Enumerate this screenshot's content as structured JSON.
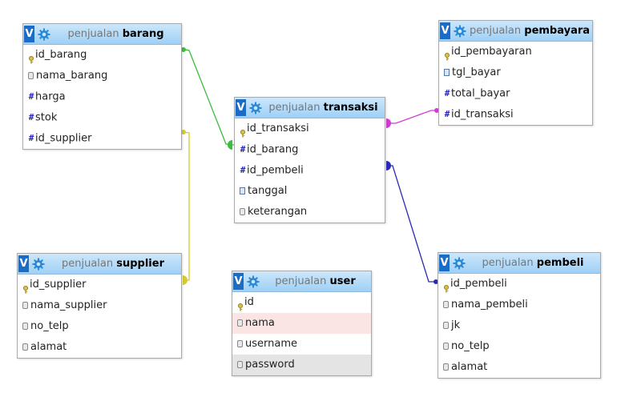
{
  "tables": {
    "barang": {
      "db": "penjualan",
      "name": "barang",
      "v_label": "V",
      "columns": [
        {
          "name": "id_barang",
          "icon": "key-icon"
        },
        {
          "name": "nama_barang",
          "icon": "text-field-icon"
        },
        {
          "name": "harga",
          "icon": "hash-icon"
        },
        {
          "name": "stok",
          "icon": "hash-icon"
        },
        {
          "name": "id_supplier",
          "icon": "hash-icon"
        }
      ]
    },
    "supplier": {
      "db": "penjualan",
      "name": "supplier",
      "v_label": "V",
      "columns": [
        {
          "name": "id_supplier",
          "icon": "key-icon"
        },
        {
          "name": "nama_supplier",
          "icon": "text-field-icon"
        },
        {
          "name": "no_telp",
          "icon": "text-field-icon"
        },
        {
          "name": "alamat",
          "icon": "text-field-icon"
        }
      ]
    },
    "transaksi": {
      "db": "penjualan",
      "name": "transaksi",
      "v_label": "V",
      "columns": [
        {
          "name": "id_transaksi",
          "icon": "key-icon"
        },
        {
          "name": "id_barang",
          "icon": "hash-icon"
        },
        {
          "name": "id_pembeli",
          "icon": "hash-icon"
        },
        {
          "name": "tanggal",
          "icon": "date-icon"
        },
        {
          "name": "keterangan",
          "icon": "text-field-icon"
        }
      ]
    },
    "user": {
      "db": "penjualan",
      "name": "user",
      "v_label": "V",
      "columns": [
        {
          "name": "id",
          "icon": "key-icon"
        },
        {
          "name": "nama",
          "icon": "text-field-icon"
        },
        {
          "name": "username",
          "icon": "text-field-icon"
        },
        {
          "name": "password",
          "icon": "text-field-icon"
        }
      ]
    },
    "pembayaran": {
      "db": "penjualan",
      "name": "pembayaran",
      "v_label": "V",
      "columns": [
        {
          "name": "id_pembayaran",
          "icon": "key-icon"
        },
        {
          "name": "tgl_bayar",
          "icon": "date-icon"
        },
        {
          "name": "total_bayar",
          "icon": "hash-icon"
        },
        {
          "name": "id_transaksi",
          "icon": "hash-icon"
        }
      ]
    },
    "pembeli": {
      "db": "penjualan",
      "name": "pembeli",
      "v_label": "V",
      "columns": [
        {
          "name": "id_pembeli",
          "icon": "key-icon"
        },
        {
          "name": "nama_pembeli",
          "icon": "text-field-icon"
        },
        {
          "name": "jk",
          "icon": "text-field-icon"
        },
        {
          "name": "no_telp",
          "icon": "text-field-icon"
        },
        {
          "name": "alamat",
          "icon": "text-field-icon"
        }
      ]
    }
  },
  "relations": [
    {
      "from": "barang.id_barang",
      "to": "transaksi.id_barang",
      "color": "#3dbd3d"
    },
    {
      "from": "barang.id_supplier",
      "to": "supplier.id_supplier",
      "color": "#d4cc2a"
    },
    {
      "from": "transaksi.id_transaksi",
      "to": "pembayaran.id_transaksi",
      "color": "#d23ad2"
    },
    {
      "from": "transaksi.id_pembeli",
      "to": "pembeli.id_pembeli",
      "color": "#2a2ab8"
    }
  ],
  "colors": {
    "header_gradient_top": "#cde7fb",
    "header_gradient_bottom": "#9fd0f5",
    "v_button": "#1a6cc6",
    "gear": "#2a88d8",
    "highlight_row": "#fbe4e4",
    "selected_row": "#e4e4e4"
  }
}
